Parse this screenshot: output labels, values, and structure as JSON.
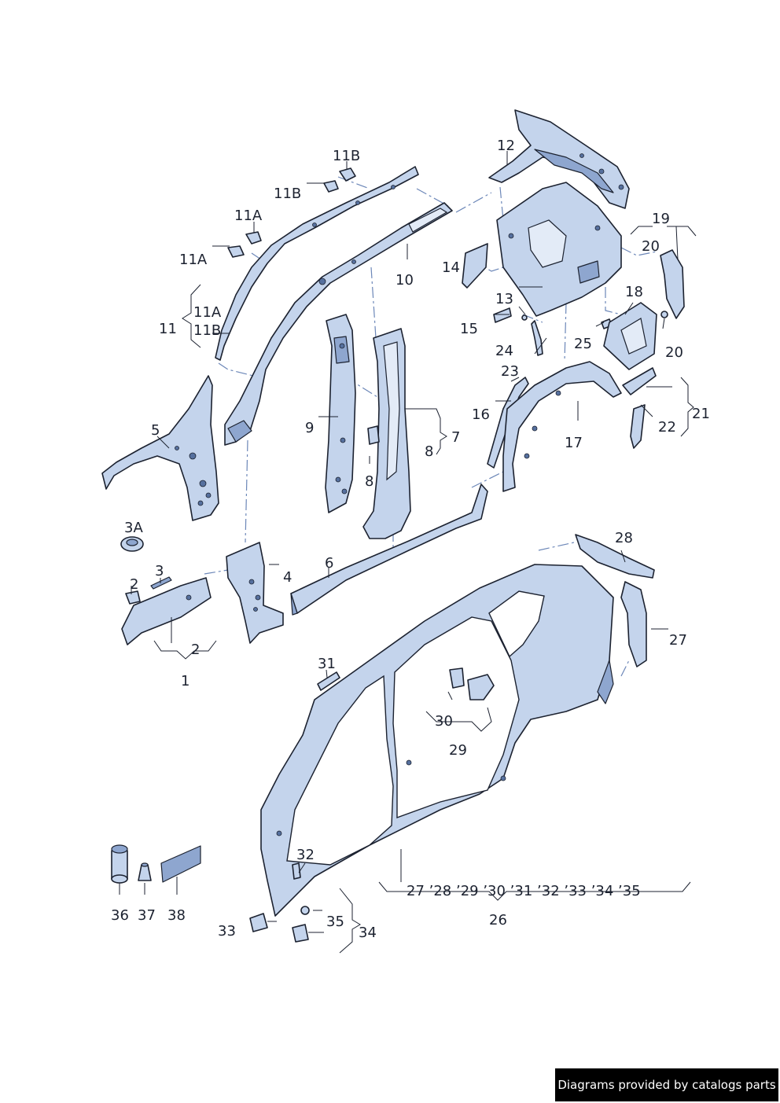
{
  "labels": {
    "l1": "1",
    "l2a": "2",
    "l2b": "2",
    "l3": "3",
    "l3a": "3A",
    "l4": "4",
    "l5": "5",
    "l6": "6",
    "l7": "7",
    "l8a": "8",
    "l8b": "8",
    "l9": "9",
    "l10": "10",
    "l11": "11",
    "l11a1": "11A",
    "l11a2": "11A",
    "l11a3": "11A",
    "l11b1": "11B",
    "l11b2": "11B",
    "l11b3": "11B",
    "l12": "12",
    "l13": "13",
    "l14": "14",
    "l15": "15",
    "l16": "16",
    "l17": "17",
    "l18": "18",
    "l19": "19",
    "l20a": "20",
    "l20b": "20",
    "l21": "21",
    "l22": "22",
    "l23": "23",
    "l24": "24",
    "l25": "25",
    "l26": "26",
    "l26list": "27 ’28 ’29 ’30 ’31 ’32 ’33 ’34  ’35",
    "l27": "27",
    "l28": "28",
    "l29": "29",
    "l30": "30",
    "l31": "31",
    "l32": "32",
    "l33": "33",
    "l34": "34",
    "l35": "35",
    "l36": "36",
    "l37": "37",
    "l38": "38"
  },
  "footer": {
    "text": "Diagrams provided by catalogs parts"
  },
  "colors": {
    "part_fill": "#c4d4ec",
    "part_shade": "#8ea6cf",
    "outline": "#1c2230",
    "guide_line": "#6c87b8"
  }
}
